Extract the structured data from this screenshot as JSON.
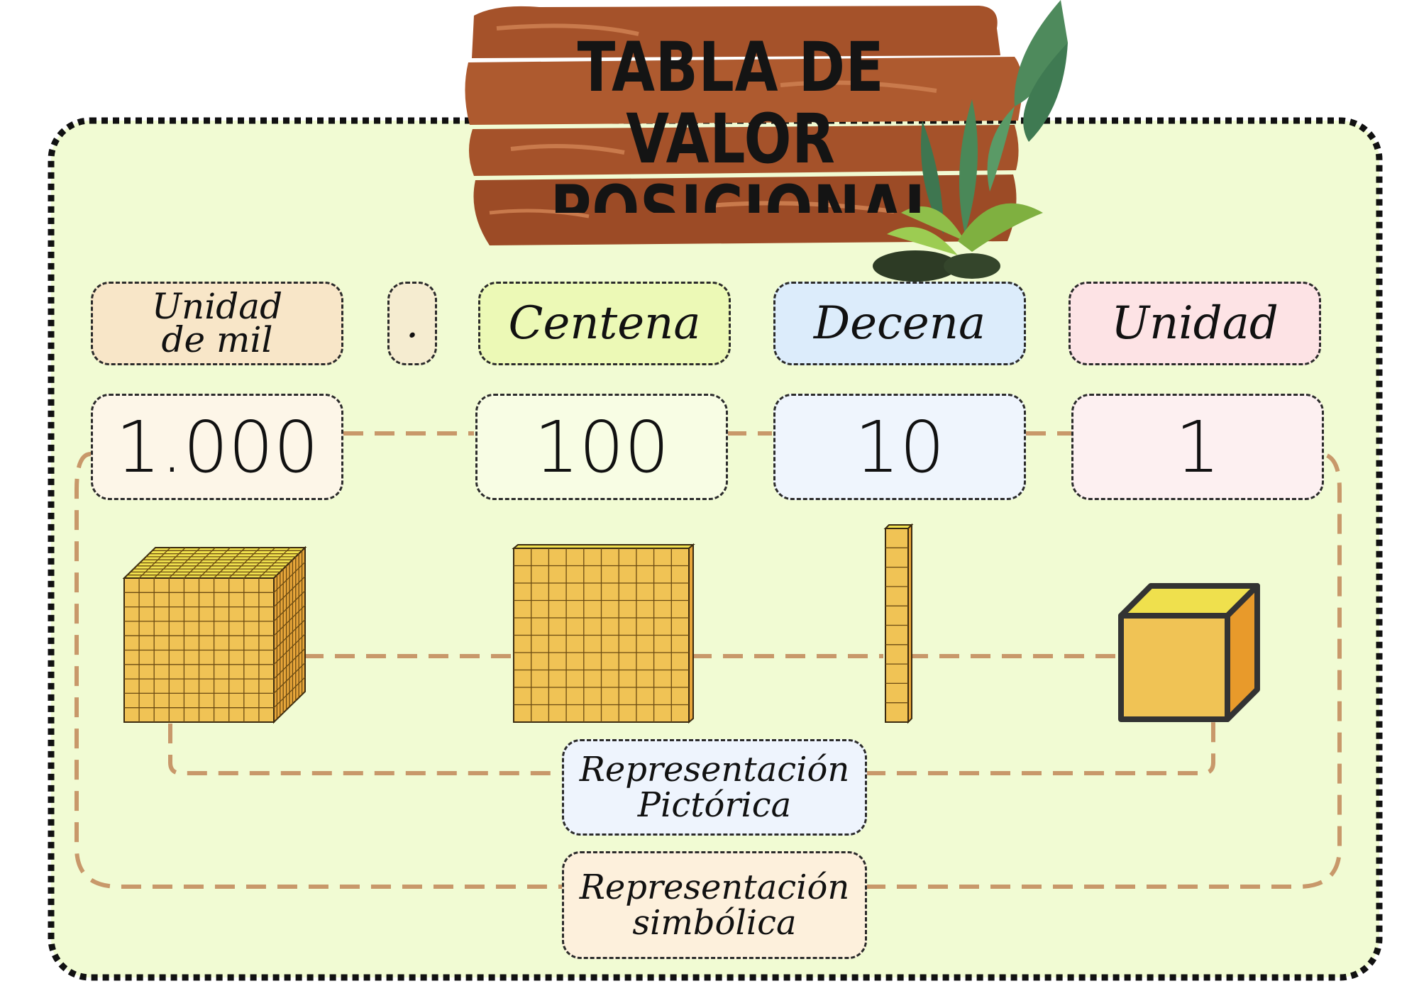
{
  "title": "TABLA DE VALOR\nPOSICIONAL",
  "headers": {
    "thousands": "Unidad\nde mil",
    "separator": ".",
    "hundreds": "Centena",
    "tens": "Decena",
    "units": "Unidad"
  },
  "values": {
    "thousands": "1.000",
    "hundreds": "100",
    "tens": "10",
    "units": "1"
  },
  "representations": {
    "pictorial": "Representación\nPictórica",
    "symbolic": "Representación\nsimbólica"
  },
  "blocks": {
    "thousands": "thousand-cube-icon",
    "hundreds": "hundred-flat-icon",
    "tens": "ten-rod-icon",
    "units": "unit-cube-icon"
  },
  "colors": {
    "panel": "#f1fbd3",
    "panel_border": "#111111",
    "connector": "#c8986a",
    "sign_wood": "#a5522a",
    "block_fill": "#f0c355",
    "block_top": "#efe04d",
    "block_side": "#e89a2b",
    "box_thousands": "#f8e6c8",
    "box_separator": "#f5ecd0",
    "box_hundreds": "#ecf9b6",
    "box_tens": "#dcecfb",
    "box_units": "#fde3e5"
  }
}
